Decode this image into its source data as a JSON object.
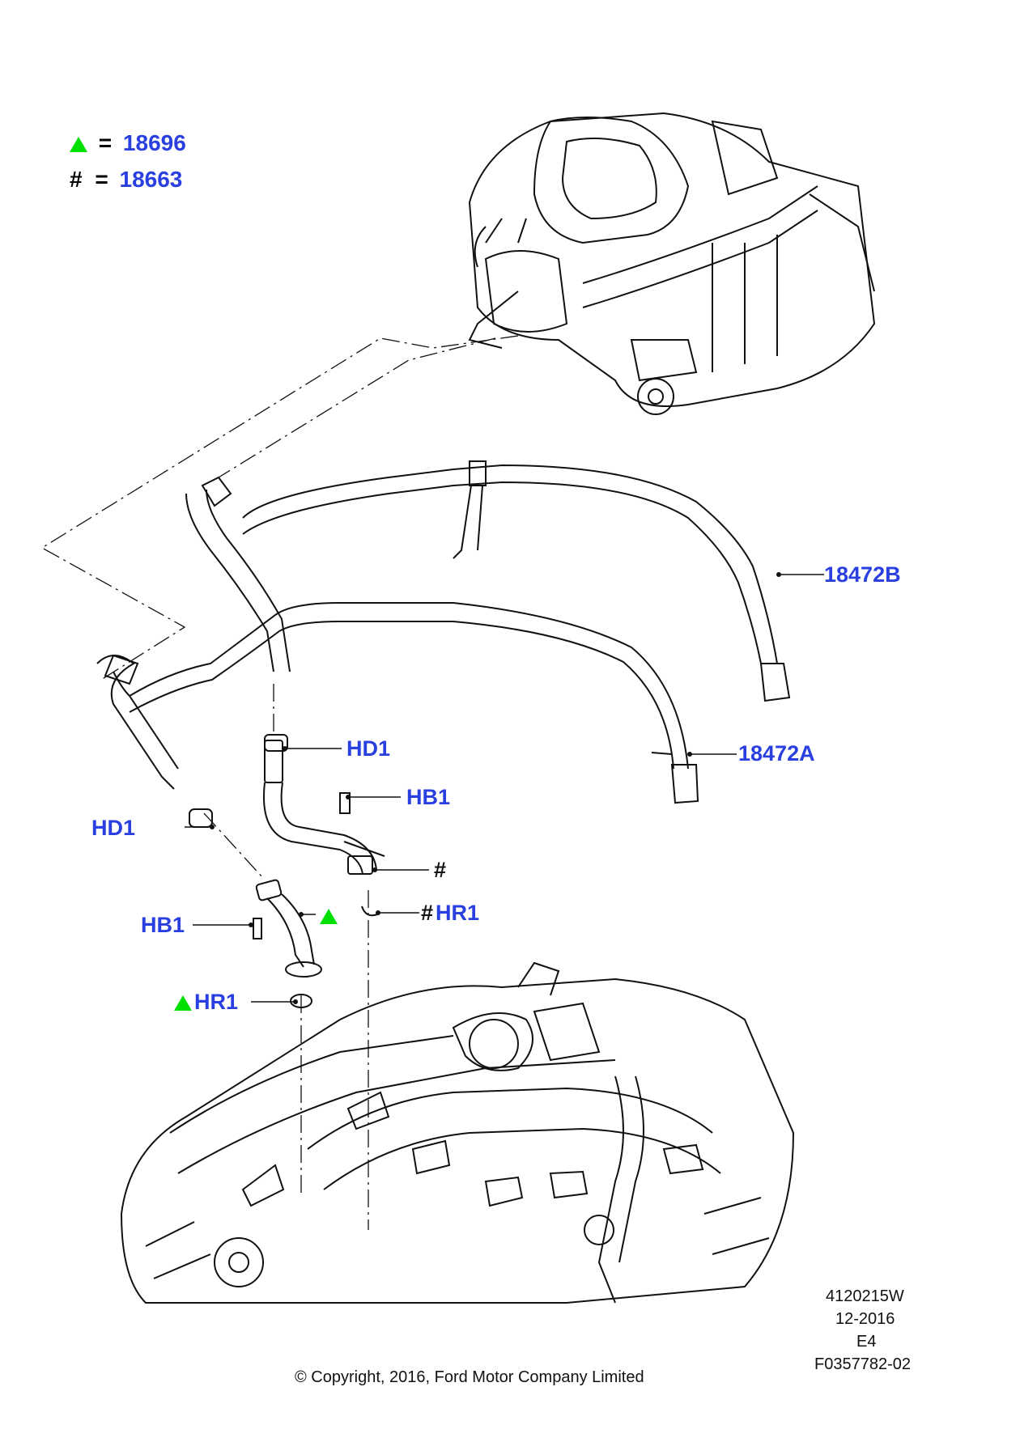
{
  "colors": {
    "callout": "#2a3fe0",
    "triangle": "#00e000",
    "ink": "#111111"
  },
  "legend": {
    "row1": {
      "symbol": "triangle-icon",
      "eq": "=",
      "value": "18696"
    },
    "row2": {
      "symbol": "#",
      "eq": "=",
      "value": "18663"
    }
  },
  "callouts": {
    "hose_b": "18472B",
    "hose_a": "18472A",
    "hd1_upper": "HD1",
    "hd1_left": "HD1",
    "hb1_right": "HB1",
    "hb1_left": "HB1",
    "hash_mark": "#",
    "hr1_right_prefix": "#",
    "hr1_right": "HR1",
    "hr1_left": "HR1"
  },
  "footer": {
    "doc_number": "4120215W",
    "date": "12-2016",
    "code": "E4",
    "figure_id": "F0357782-02",
    "copyright": "© Copyright, 2016, Ford Motor Company Limited"
  }
}
